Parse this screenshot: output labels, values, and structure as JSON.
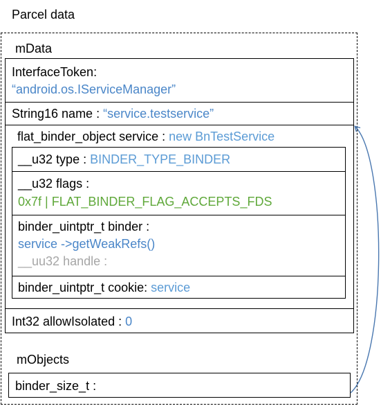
{
  "title": "Parcel data",
  "mdata": {
    "label": "mData",
    "interface_token": {
      "label": "InterfaceToken:",
      "value": "“android.os.IServiceManager”"
    },
    "string16": {
      "label": "String16 name : ",
      "value": "“service.testservice”"
    },
    "flat_binder_object": {
      "label": "flat_binder_object service : ",
      "value": "new BnTestService",
      "type": {
        "label": "__u32 type : ",
        "value": "BINDER_TYPE_BINDER"
      },
      "flags": {
        "label": "__u32 flags :",
        "value": "0x7f | FLAT_BINDER_FLAG_ACCEPTS_FDS"
      },
      "binder": {
        "label": "binder_uintptr_t binder :",
        "value": "service ->getWeakRefs()",
        "handle": "__uu32 handle :"
      },
      "cookie": {
        "label": "binder_uintptr_t cookie: ",
        "value": "service"
      }
    },
    "int32": {
      "label": "Int32 allowIsolated : ",
      "value": "0"
    }
  },
  "mobjects": {
    "label": "mObjects",
    "binder_size": {
      "label": "binder_size_t :"
    }
  },
  "colors": {
    "value_blue": "#4a86c8",
    "value_lightblue": "#5b9bd5",
    "flag_green": "#5fa83a",
    "muted_gray": "#a6a6a6",
    "arrow": "#4a78b0"
  }
}
